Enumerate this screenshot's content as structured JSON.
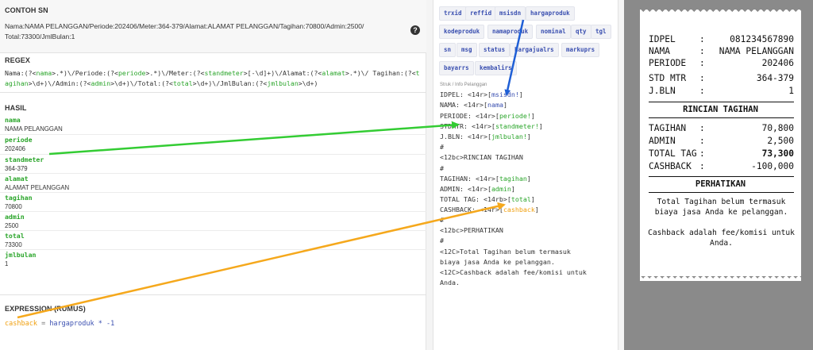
{
  "left": {
    "contoh_sn": {
      "title": "CONTOH SN",
      "text": "Nama:NAMA PELANGGAN/Periode:202406/Meter:364-379/Alamat:ALAMAT PELANGGAN/Tagihan:70800/Admin:2500/ Total:73300/JmlBulan:1",
      "help_icon": "question-circle-icon",
      "help_glyph": "?"
    },
    "regex": {
      "title": "REGEX",
      "parts": {
        "p1": "Nama:(?<",
        "n1": "nama",
        "p2": ">.*)\\/Periode:(?<",
        "n2": "periode",
        "p3": ">.*)\\/Meter:(?<",
        "n3": "standmeter",
        "p4": ">[-\\d]+)\\/Alamat:(?<",
        "n4": "alamat",
        "p5": ">.*)\\/ Tagihan:(?<",
        "n5": "tagihan",
        "p6": ">\\d+)\\/Admin:(?<",
        "n6": "admin",
        "p7": ">\\d+)\\/Total:(?<",
        "n7": "total",
        "p8": ">\\d+)\\/JmlBulan:(?<",
        "n8": "jmlbulan",
        "p9": ">\\d+)"
      }
    },
    "hasil": {
      "title": "HASIL",
      "items": [
        {
          "key": "nama",
          "value": "NAMA PELANGGAN"
        },
        {
          "key": "periode",
          "value": "202406"
        },
        {
          "key": "standmeter",
          "value": "364-379"
        },
        {
          "key": "alamat",
          "value": "ALAMAT PELANGGAN"
        },
        {
          "key": "tagihan",
          "value": "70800"
        },
        {
          "key": "admin",
          "value": "2500"
        },
        {
          "key": "total",
          "value": "73300"
        },
        {
          "key": "jmlbulan",
          "value": "1"
        }
      ]
    },
    "expression": {
      "title": "EXPRESSION (RUMUS)",
      "var": "cashback",
      "eq": " = ",
      "rhs": "hargaproduk * -1"
    }
  },
  "middle": {
    "tags": [
      "trxid",
      "reffid",
      "msisdn",
      "hargaproduk",
      "kodeproduk",
      "namaproduk",
      "nominal",
      "qty",
      "tgl",
      "sn",
      "msg",
      "status",
      "hargajualrs",
      "markuprs",
      "bayarrs",
      "kembalirs"
    ],
    "caption": "Struk / Info Pelanggan",
    "template": {
      "l1a": "IDPEL: <14r>[",
      "l1b": "msisdn!",
      "l1c": "]",
      "l2a": "NAMA: <14r>[",
      "l2b": "nama",
      "l2c": "]",
      "l3a": "PERIODE: <14r>[",
      "l3b": "periode!",
      "l3c": "]",
      "l4a": "STDMTR: <14r>[",
      "l4b": "standmeter!",
      "l4c": "]",
      "l5a": "J.BLN: <14r>[",
      "l5b": "jmlbulan!",
      "l5c": "]",
      "l6": "#",
      "l7": "<12bc>RINCIAN TAGIHAN",
      "l8": "#",
      "l9a": "TAGIHAN: <14r>[",
      "l9b": "tagihan",
      "l9c": "]",
      "l10a": "ADMIN: <14r>[",
      "l10b": "admin",
      "l10c": "]",
      "l11a": "TOTAL TAG: <14rb>[",
      "l11b": "total",
      "l11c": "]",
      "l12a": "CASHBACK: <14r>[",
      "l12b": "cashback",
      "l12c": "]",
      "l13": "#",
      "l14": "<12bc>PERHATIKAN",
      "l15": "#",
      "l16": "<12C>Total Tagihan belum termasuk",
      "l17": "biaya jasa Anda ke pelanggan.",
      "l18": "<12C>Cashback adalah fee/komisi untuk",
      "l19": "Anda."
    }
  },
  "receipt": {
    "rows1": [
      {
        "k": "IDPEL",
        "c": ":",
        "v": "081234567890"
      },
      {
        "k": "NAMA",
        "c": ":",
        "v": "NAMA PELANGGAN"
      },
      {
        "k": "PERIODE",
        "c": ":",
        "v": "202406"
      },
      {
        "k": "STD MTR",
        "c": ":",
        "v": "364-379"
      },
      {
        "k": "J.BLN",
        "c": ":",
        "v": "1"
      }
    ],
    "heading1": "RINCIAN TAGIHAN",
    "rows2": [
      {
        "k": "TAGIHAN",
        "c": ":",
        "v": "70,800"
      },
      {
        "k": "ADMIN",
        "c": ":",
        "v": "2,500"
      },
      {
        "k": "TOTAL TAG",
        "c": ":",
        "v": "73,300"
      },
      {
        "k": "CASHBACK",
        "c": ":",
        "v": "-100,000"
      }
    ],
    "heading2": "PERHATIKAN",
    "note1": "Total Tagihan belum termasuk biaya jasa Anda ke pelanggan.",
    "note2": "Cashback adalah fee/komisi untuk Anda."
  },
  "colors": {
    "green": "#2aa52a",
    "blue": "#3a4fb0",
    "orange": "#f0a010",
    "arrow_blue": "#1f5fd6",
    "arrow_green": "#33cc33",
    "arrow_orange": "#f5a81c"
  }
}
